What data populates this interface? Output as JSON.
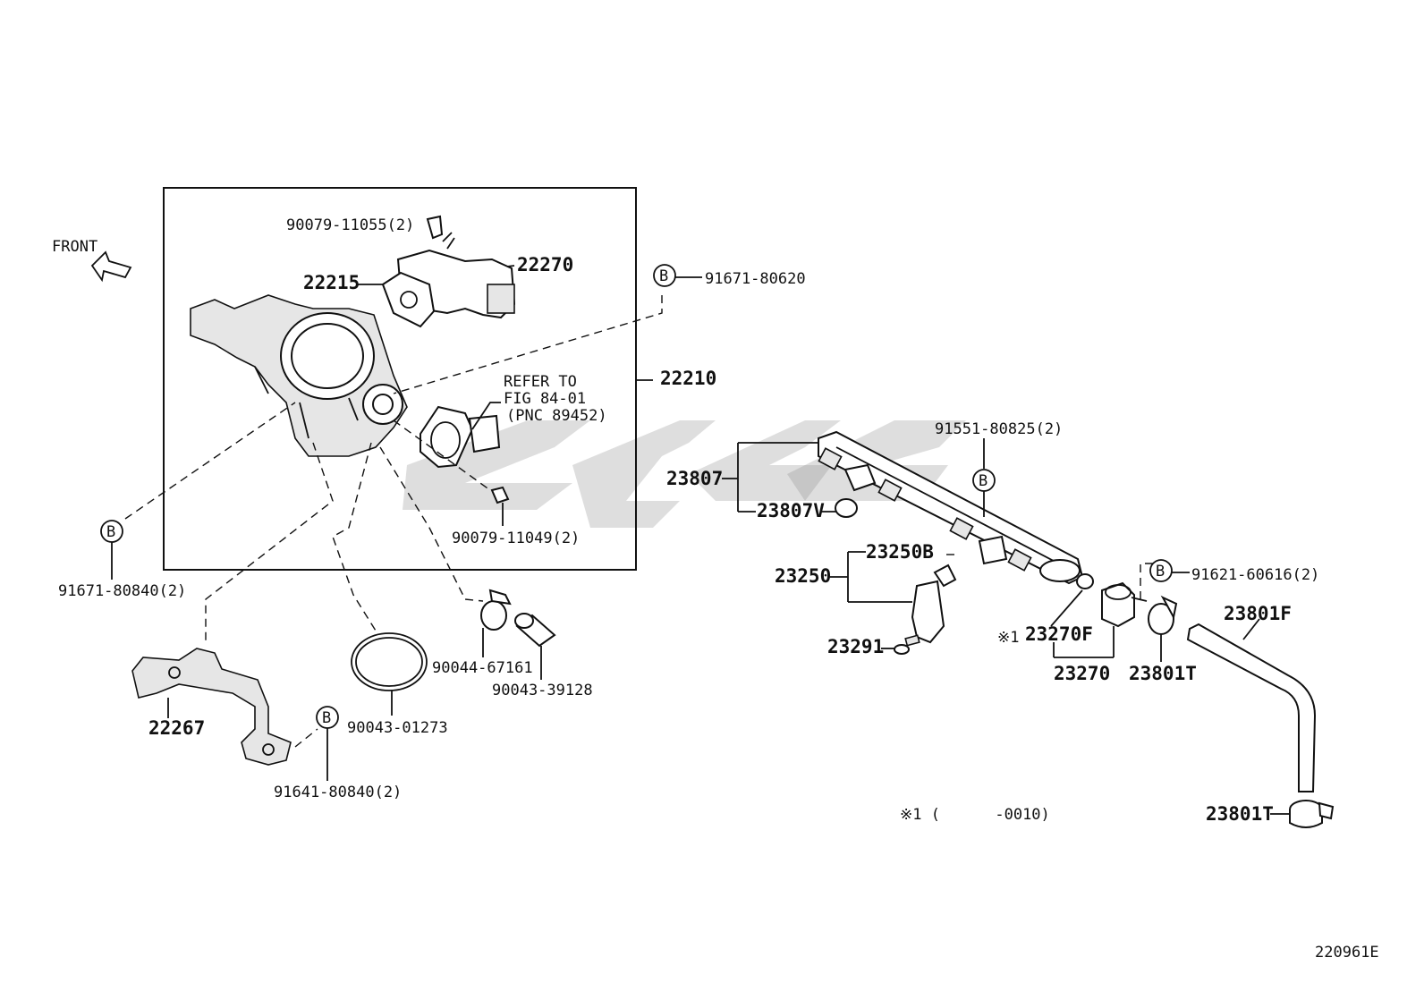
{
  "labels": {
    "front": "FRONT",
    "p_90079_11055": "90079-11055(2)",
    "p_22270": "22270",
    "p_22215": "22215",
    "p_91671_80620": "91671-80620",
    "p_22210": "22210",
    "refer_line1": "REFER TO",
    "refer_line2": "FIG 84-01",
    "refer_line3": "(PNC 89452)",
    "p_90079_11049": "90079-11049(2)",
    "p_91671_80840": "91671-80840(2)",
    "p_22267": "22267",
    "p_90043_01273": "90043-01273",
    "p_90044_67161": "90044-67161",
    "p_90043_39128": "90043-39128",
    "p_91641_80840": "91641-80840(2)",
    "p_91551_80825": "91551-80825(2)",
    "p_23807": "23807",
    "p_23807V": "23807V",
    "p_23250B": "23250B",
    "p_23250": "23250",
    "p_23291": "23291",
    "p_23270F": "23270F",
    "note_mark": "※1",
    "p_23270": "23270",
    "p_23801T_a": "23801T",
    "p_91621_60616": "91621-60616(2)",
    "p_23801F": "23801F",
    "p_23801T_b": "23801T",
    "footnote": "※1 (      -0010)",
    "figure_id": "220961E",
    "callout_b": "B"
  }
}
